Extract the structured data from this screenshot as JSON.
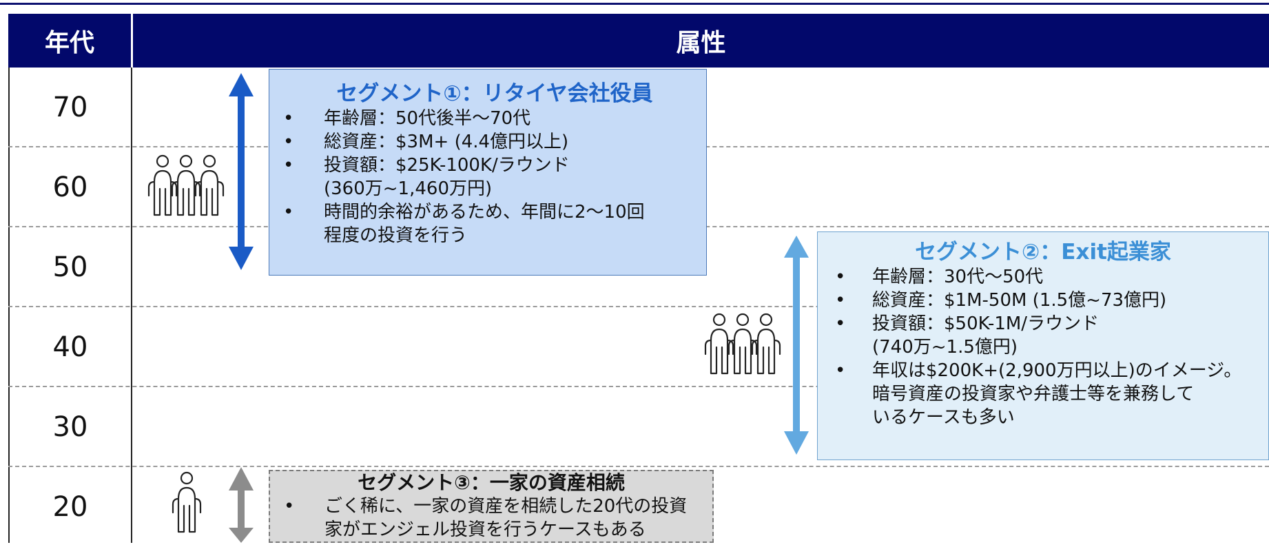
{
  "header": {
    "age_label": "年代",
    "attr_label": "属性"
  },
  "ages": [
    "70",
    "60",
    "50",
    "40",
    "30",
    "20"
  ],
  "colors": {
    "header_bg": "#02086b",
    "seg1_fill": "#c6dbf7",
    "seg1_arrow": "#1a5bc6",
    "seg2_fill": "#e1eff9",
    "seg2_arrow": "#62a9e0",
    "seg3_fill": "#d9d9d9",
    "seg3_arrow": "#8c8c8c"
  },
  "segments": [
    {
      "title": "セグメント①：リタイヤ会社役員",
      "icon": "three-persons-icon",
      "bullets": [
        "年齢層：50代後半～70代",
        "総資産：$3M+ (4.4億円以上)",
        "投資額：$25K-100K/ラウンド\n(360万~1,460万円)",
        "時間的余裕があるため、年間に2～10回\n程度の投資を行う"
      ]
    },
    {
      "title": "セグメント②：Exit起業家",
      "icon": "three-persons-icon",
      "bullets": [
        "年齢層：30代～50代",
        "総資産：$1M-50M (1.5億~73億円)",
        "投資額：$50K-1M/ラウンド\n(740万~1.5億円)",
        "年収は$200K+(2,900万円以上)のイメージ。\n暗号資産の投資家や弁護士等を兼務して\nいるケースも多い"
      ]
    },
    {
      "title": "セグメント③：一家の資産相続",
      "icon": "single-person-icon",
      "bullets": [
        "ごく稀に、一家の資産を相続した20代の投資\n家がエンジェル投資を行うケースもある"
      ]
    }
  ]
}
